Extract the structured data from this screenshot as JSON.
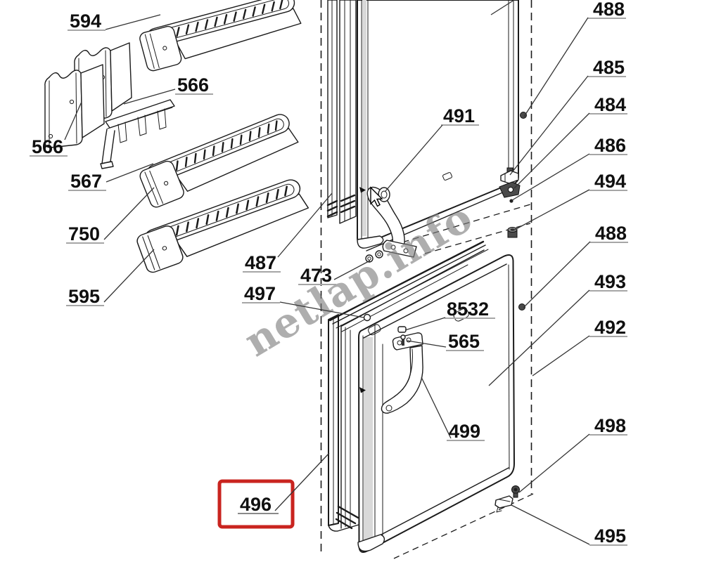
{
  "watermark": "netlap.info",
  "highlighted_part": {
    "number": "496",
    "box_color": "#c9241f"
  },
  "labels": {
    "n594": "594",
    "n566r": "566",
    "n566l": "566",
    "n567": "567",
    "n750": "750",
    "n595": "595",
    "n487": "487",
    "n497": "497",
    "n473": "473",
    "n491": "491",
    "n8532": "8532",
    "n565": "565",
    "n499": "499",
    "n496": "496",
    "n488a": "488",
    "n485": "485",
    "n484": "484",
    "n486": "486",
    "n494": "494",
    "n488b": "488",
    "n493": "493",
    "n492": "492",
    "n498": "498",
    "n495": "495"
  }
}
